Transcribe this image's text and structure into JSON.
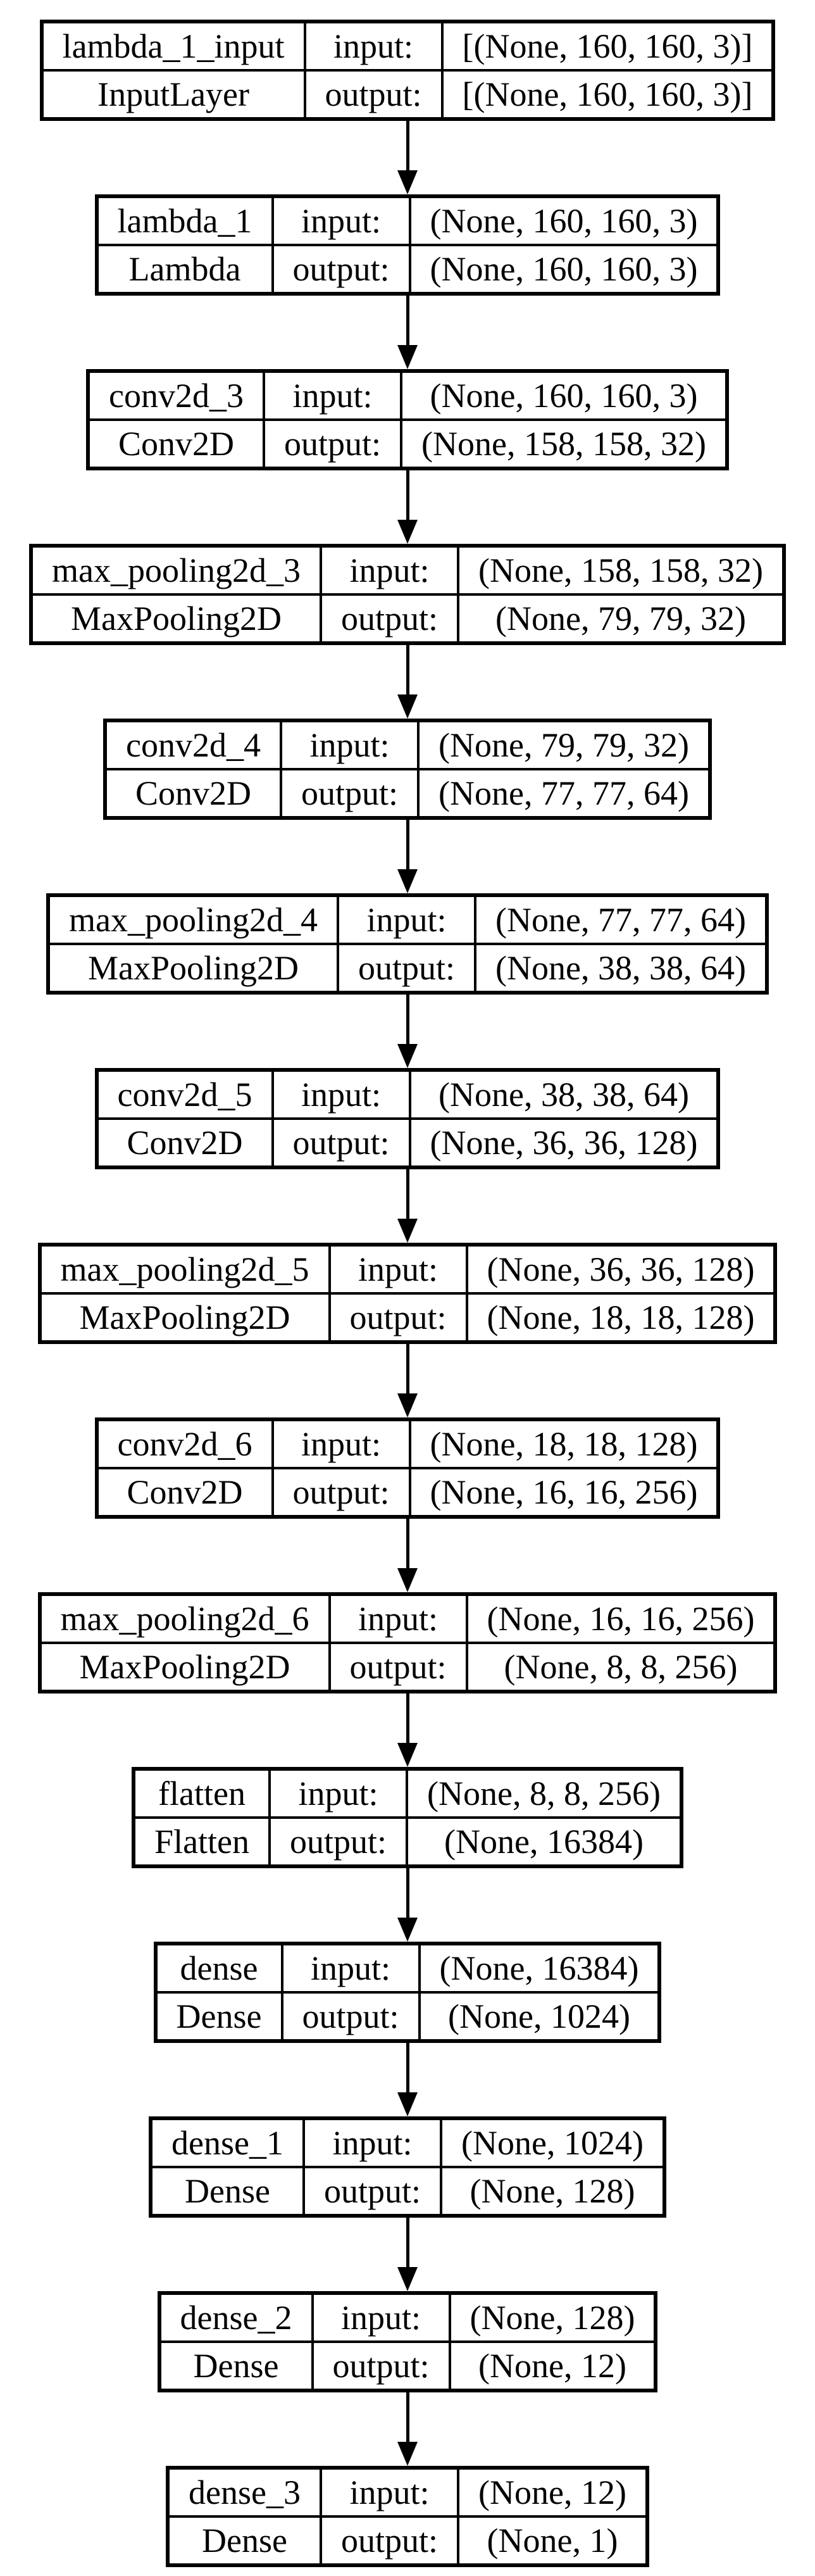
{
  "diagram": {
    "title": "model-architecture-graph",
    "background_color": "#ffffff",
    "line_color": "#000000",
    "text_color": "#000000",
    "labels": {
      "input": "input:",
      "output": "output:"
    },
    "layers": [
      {
        "name": "lambda_1_input",
        "type": "InputLayer",
        "input_shape": "[(None, 160, 160, 3)]",
        "output_shape": "[(None, 160, 160, 3)]"
      },
      {
        "name": "lambda_1",
        "type": "Lambda",
        "input_shape": "(None, 160, 160, 3)",
        "output_shape": "(None, 160, 160, 3)"
      },
      {
        "name": "conv2d_3",
        "type": "Conv2D",
        "input_shape": "(None, 160, 160, 3)",
        "output_shape": "(None, 158, 158, 32)"
      },
      {
        "name": "max_pooling2d_3",
        "type": "MaxPooling2D",
        "input_shape": "(None, 158, 158, 32)",
        "output_shape": "(None, 79, 79, 32)"
      },
      {
        "name": "conv2d_4",
        "type": "Conv2D",
        "input_shape": "(None, 79, 79, 32)",
        "output_shape": "(None, 77, 77, 64)"
      },
      {
        "name": "max_pooling2d_4",
        "type": "MaxPooling2D",
        "input_shape": "(None, 77, 77, 64)",
        "output_shape": "(None, 38, 38, 64)"
      },
      {
        "name": "conv2d_5",
        "type": "Conv2D",
        "input_shape": "(None, 38, 38, 64)",
        "output_shape": "(None, 36, 36, 128)"
      },
      {
        "name": "max_pooling2d_5",
        "type": "MaxPooling2D",
        "input_shape": "(None, 36, 36, 128)",
        "output_shape": "(None, 18, 18, 128)"
      },
      {
        "name": "conv2d_6",
        "type": "Conv2D",
        "input_shape": "(None, 18, 18, 128)",
        "output_shape": "(None, 16, 16, 256)"
      },
      {
        "name": "max_pooling2d_6",
        "type": "MaxPooling2D",
        "input_shape": "(None, 16, 16, 256)",
        "output_shape": "(None, 8, 8, 256)"
      },
      {
        "name": "flatten",
        "type": "Flatten",
        "input_shape": "(None, 8, 8, 256)",
        "output_shape": "(None, 16384)"
      },
      {
        "name": "dense",
        "type": "Dense",
        "input_shape": "(None, 16384)",
        "output_shape": "(None, 1024)"
      },
      {
        "name": "dense_1",
        "type": "Dense",
        "input_shape": "(None, 1024)",
        "output_shape": "(None, 128)"
      },
      {
        "name": "dense_2",
        "type": "Dense",
        "input_shape": "(None, 128)",
        "output_shape": "(None, 12)"
      },
      {
        "name": "dense_3",
        "type": "Dense",
        "input_shape": "(None, 12)",
        "output_shape": "(None, 1)"
      }
    ]
  }
}
